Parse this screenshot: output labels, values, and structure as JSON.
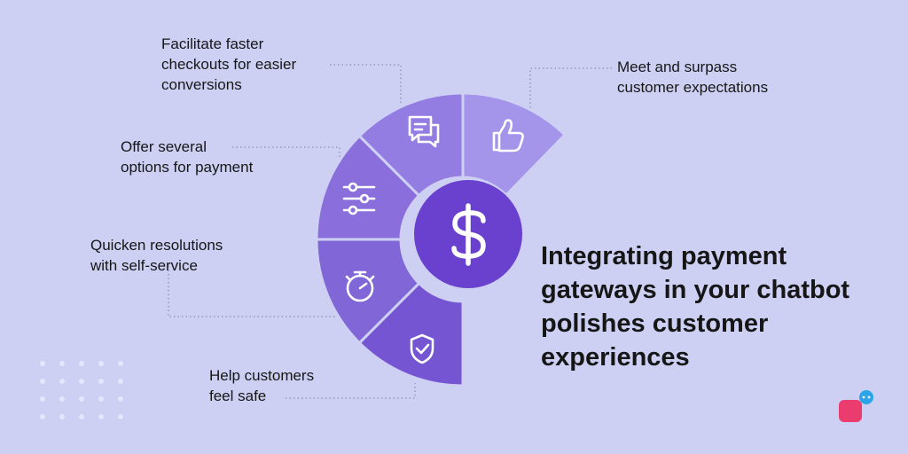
{
  "labels": {
    "checkouts": "Facilitate faster\ncheckouts for easier\nconversions",
    "expectations": "Meet and surpass\ncustomer expectations",
    "payment_options": "Offer several\noptions for payment",
    "resolutions": "Quicken resolutions\nwith self-service",
    "safe": "Help customers\nfeel safe"
  },
  "headline": "Integrating payment\ngateways in your chatbot\npolishes customer\nexperiences",
  "icons": {
    "center": "dollar-icon",
    "segments": [
      "shield-check-icon",
      "stopwatch-icon",
      "sliders-icon",
      "chat-bubbles-icon",
      "thumbs-up-icon"
    ]
  },
  "colors": {
    "background": "#cdd0f3",
    "segment_dark": "#7655d3",
    "segment_mid": "#8a6fdc",
    "segment_light": "#a494ea",
    "center": "#6a41cf",
    "logo": "#ea3c6f",
    "logo_bubble": "#2ba4ea"
  }
}
